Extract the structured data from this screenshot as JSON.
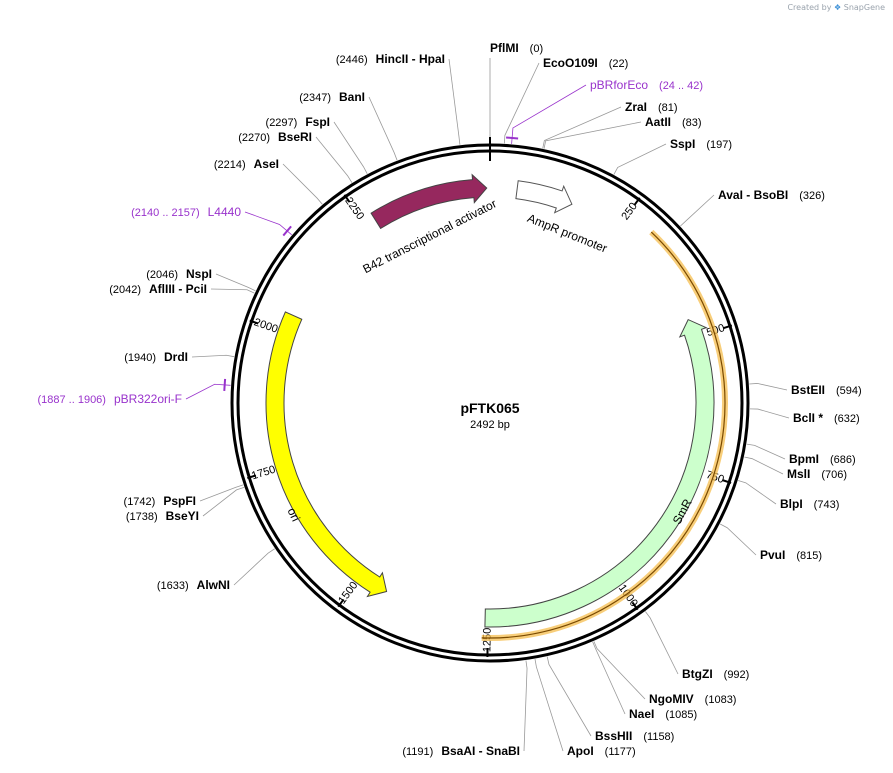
{
  "credit": {
    "prefix": "Created by",
    "brand": "SnapGene"
  },
  "plasmid": {
    "name": "pFTK065",
    "length_label": "2492 bp",
    "length": 2492
  },
  "ticks": [
    {
      "pos": 250,
      "label": "250"
    },
    {
      "pos": 500,
      "label": "500"
    },
    {
      "pos": 750,
      "label": "750"
    },
    {
      "pos": 1000,
      "label": "1000"
    },
    {
      "pos": 1250,
      "label": "1250"
    },
    {
      "pos": 1500,
      "label": "1500"
    },
    {
      "pos": 1750,
      "label": "1750"
    },
    {
      "pos": 2000,
      "label": "2000"
    },
    {
      "pos": 2250,
      "label": "2250"
    }
  ],
  "features": [
    {
      "id": "b42",
      "label": "B42 transcriptional activator",
      "start": 2270,
      "end": 2486,
      "direction": "cw",
      "fill": "#96285e",
      "ring": "outer"
    },
    {
      "id": "ampr-promoter",
      "label": "AmpR promoter",
      "start": 50,
      "end": 155,
      "direction": "cw",
      "fill": "#ffffff",
      "ring": "outer"
    },
    {
      "id": "smr",
      "label": "SmR",
      "start": 465,
      "end": 1255,
      "direction": "ccw",
      "fill": "#ccffcc",
      "ring": "outer"
    },
    {
      "id": "ori",
      "label": "ori",
      "start": 1445,
      "end": 2035,
      "direction": "ccw",
      "fill": "#ffff00",
      "ring": "outer"
    }
  ],
  "highlight": {
    "start": 300,
    "end": 1260,
    "color": "#f5b942"
  },
  "sites": [
    {
      "name": "PflMI",
      "pos_label": "(0)",
      "pos": 0,
      "color": "#000000"
    },
    {
      "name": "EcoO109I",
      "pos_label": "(22)",
      "pos": 22,
      "color": "#000000"
    },
    {
      "name": "pBRforEco",
      "pos_label": "(24 .. 42)",
      "pos": 33,
      "color": "#9933cc",
      "primer": true
    },
    {
      "name": "ZraI",
      "pos_label": "(81)",
      "pos": 81,
      "color": "#000000"
    },
    {
      "name": "AatII",
      "pos_label": "(83)",
      "pos": 83,
      "color": "#000000"
    },
    {
      "name": "SspI",
      "pos_label": "(197)",
      "pos": 197,
      "color": "#000000"
    },
    {
      "name": "AvaI  -  BsoBI",
      "pos_label": "(326)",
      "pos": 326,
      "color": "#000000"
    },
    {
      "name": "BstEII",
      "pos_label": "(594)",
      "pos": 594,
      "color": "#000000"
    },
    {
      "name": "BclI *",
      "pos_label": "(632)",
      "pos": 632,
      "color": "#000000"
    },
    {
      "name": "BpmI",
      "pos_label": "(686)",
      "pos": 686,
      "color": "#000000"
    },
    {
      "name": "MslI",
      "pos_label": "(706)",
      "pos": 706,
      "color": "#000000"
    },
    {
      "name": "BlpI",
      "pos_label": "(743)",
      "pos": 743,
      "color": "#000000"
    },
    {
      "name": "PvuI",
      "pos_label": "(815)",
      "pos": 815,
      "color": "#000000"
    },
    {
      "name": "BtgZI",
      "pos_label": "(992)",
      "pos": 992,
      "color": "#000000"
    },
    {
      "name": "NgoMIV",
      "pos_label": "(1083)",
      "pos": 1083,
      "color": "#000000"
    },
    {
      "name": "NaeI",
      "pos_label": "(1085)",
      "pos": 1085,
      "color": "#000000"
    },
    {
      "name": "BssHII",
      "pos_label": "(1158)",
      "pos": 1158,
      "color": "#000000"
    },
    {
      "name": "ApoI",
      "pos_label": "(1177)",
      "pos": 1177,
      "color": "#000000"
    },
    {
      "name": "BsaAI  -  SnaBI",
      "pos_label": "(1191)",
      "pos": 1191,
      "color": "#000000"
    },
    {
      "name": "AlwNI",
      "pos_label": "(1633)",
      "pos": 1633,
      "color": "#000000"
    },
    {
      "name": "BseYI",
      "pos_label": "(1738)",
      "pos": 1738,
      "color": "#000000"
    },
    {
      "name": "PspFI",
      "pos_label": "(1742)",
      "pos": 1742,
      "color": "#000000"
    },
    {
      "name": "pBR322ori-F",
      "pos_label": "(1887 .. 1906)",
      "pos": 1896,
      "color": "#9933cc",
      "primer": true
    },
    {
      "name": "DrdI",
      "pos_label": "(1940)",
      "pos": 1940,
      "color": "#000000"
    },
    {
      "name": "AflIII  -  PciI",
      "pos_label": "(2042)",
      "pos": 2042,
      "color": "#000000"
    },
    {
      "name": "NspI",
      "pos_label": "(2046)",
      "pos": 2046,
      "color": "#000000"
    },
    {
      "name": "L4440",
      "pos_label": "(2140 .. 2157)",
      "pos": 2148,
      "color": "#9933cc",
      "primer": true
    },
    {
      "name": "AseI",
      "pos_label": "(2214)",
      "pos": 2214,
      "color": "#000000"
    },
    {
      "name": "BseRI",
      "pos_label": "(2270)",
      "pos": 2270,
      "color": "#000000"
    },
    {
      "name": "FspI",
      "pos_label": "(2297)",
      "pos": 2297,
      "color": "#000000"
    },
    {
      "name": "BanI",
      "pos_label": "(2347)",
      "pos": 2347,
      "color": "#000000"
    },
    {
      "name": "HincII  -  HpaI",
      "pos_label": "(2446)",
      "pos": 2446,
      "color": "#000000"
    }
  ]
}
